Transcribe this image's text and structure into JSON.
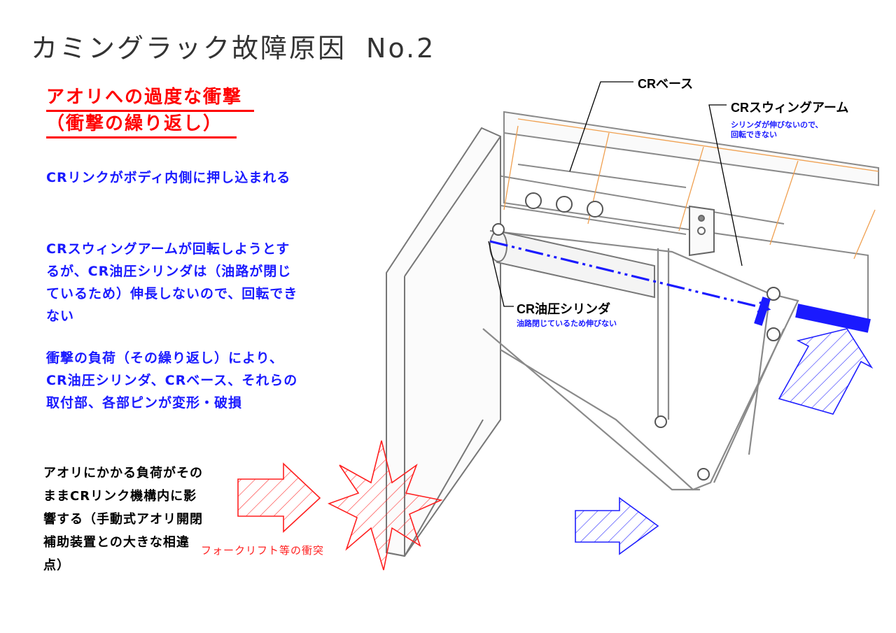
{
  "title": "カミングラック故障原因",
  "title_no": "No.2",
  "heading": {
    "line1": "アオリへの過度な衝撃",
    "line2": "（衝撃の繰り返し）"
  },
  "paragraphs": {
    "p1": "CRリンクがボディ内側に押し込まれる",
    "p2": "CRスウィングアームが回転しようとするが、CR油圧シリンダは（油路が閉じているため）伸長しないので、回転できない",
    "p3": "衝撃の負荷（その繰り返し）により、CR油圧シリンダ、CRベース、それらの取付部、各部ピンが変形・破損",
    "p4": "アオリにかかる負荷がそのままCRリンク機構内に影響する（手動式アオリ開閉補助装置との大きな相違点）"
  },
  "callouts": {
    "cr_base": "CRベース",
    "cr_swing_arm": "CRスウィングアーム",
    "cr_swing_arm_note1": "シリンダが伸びないので、",
    "cr_swing_arm_note2": "回転できない",
    "cr_cylinder": "CR油圧シリンダ",
    "cr_cylinder_note": "油路閉じているため伸びない",
    "impact": "フォークリフト等の衝突"
  },
  "colors": {
    "accent_red": "#ff0000",
    "accent_blue": "#1a1aff",
    "body_outline": "#8a8a8a",
    "orange_rail": "#f0a050"
  }
}
